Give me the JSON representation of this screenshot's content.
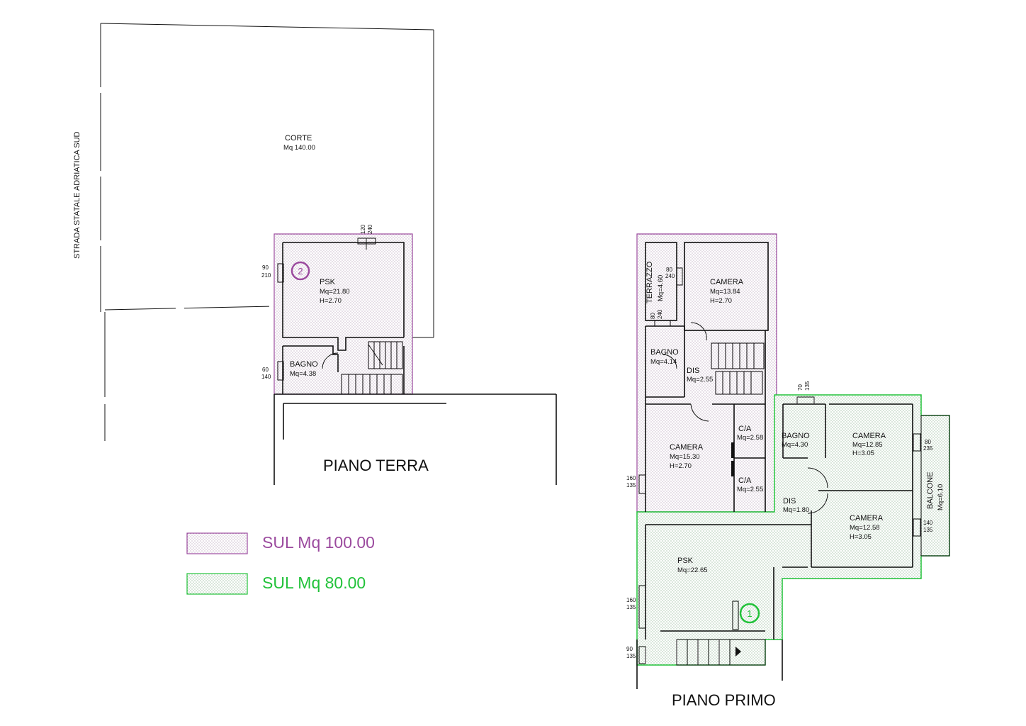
{
  "colors": {
    "purple": "#9b4a9e",
    "green": "#22c23a",
    "line": "#111111"
  },
  "road_label": "STRADA STATALE ADRIATICA SUD",
  "piano_terra": {
    "title": "PIANO TERRA",
    "corte": {
      "name": "CORTE",
      "area": "Mq 140.00"
    },
    "psk": {
      "name": "PSK",
      "area": "Mq=21.80",
      "height": "H=2.70"
    },
    "bagno": {
      "name": "BAGNO",
      "area": "Mq=4.38"
    },
    "marker": "2",
    "dims": {
      "top_a": "120",
      "top_b": "240",
      "left1_a": "90",
      "left1_b": "210",
      "left2_a": "60",
      "left2_b": "140"
    }
  },
  "piano_primo": {
    "title": "PIANO PRIMO",
    "terrazzo": {
      "name": "TERRAZZO",
      "area": "Mq=4.60"
    },
    "camera1": {
      "name": "CAMERA",
      "area": "Mq=13.84",
      "height": "H=2.70"
    },
    "bagno1": {
      "name": "BAGNO",
      "area": "Mq=4.14"
    },
    "dis1": {
      "name": "DIS",
      "area": "Mq=2.55"
    },
    "camera2": {
      "name": "CAMERA",
      "area": "Mq=15.30",
      "height": "H=2.70"
    },
    "ca1": {
      "name": "C/A",
      "area": "Mq=2.58"
    },
    "ca2": {
      "name": "C/A",
      "area": "Mq=2.55"
    },
    "bagno2": {
      "name": "BAGNO",
      "area": "Mq=4.30"
    },
    "camera3": {
      "name": "CAMERA",
      "area": "Mq=12.85",
      "height": "H=3.05"
    },
    "camera4": {
      "name": "CAMERA",
      "area": "Mq=12.58",
      "height": "H=3.05"
    },
    "dis2": {
      "name": "DIS",
      "area": "Mq=1.80"
    },
    "balcone": {
      "name": "BALCONE",
      "area": "Mq=6.10"
    },
    "psk": {
      "name": "PSK",
      "area": "Mq=22.65"
    },
    "marker": "1",
    "dims": {
      "w1_a": "80",
      "w1_b": "240",
      "w2_a": "80",
      "w2_b": "240",
      "w3_a": "70",
      "w3_b": "135",
      "w4_a": "80",
      "w4_b": "235",
      "w5_a": "140",
      "w5_b": "135",
      "w6_a": "160",
      "w6_b": "135",
      "w7_a": "160",
      "w7_b": "135",
      "w8_a": "90",
      "w8_b": "135"
    }
  },
  "legend": [
    {
      "label": "SUL Mq 100.00",
      "color": "#9b4a9e"
    },
    {
      "label": "SUL Mq 80.00",
      "color": "#22c23a"
    }
  ]
}
